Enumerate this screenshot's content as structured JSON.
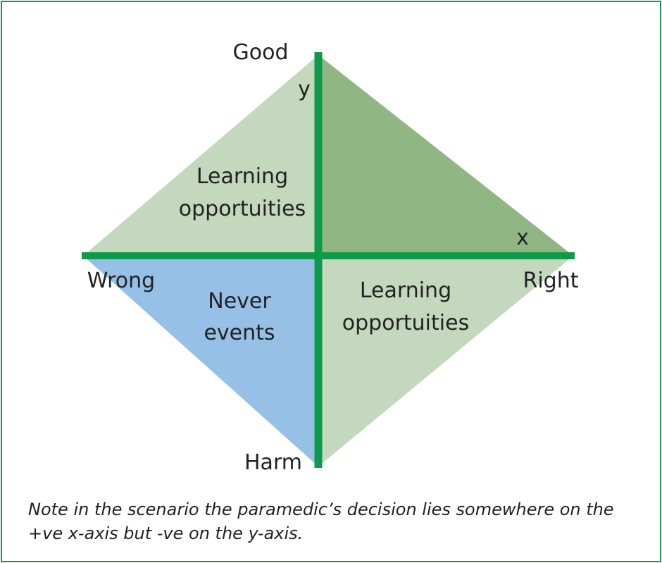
{
  "diagram": {
    "axis_labels": {
      "top": "Good",
      "bottom": "Harm",
      "left": "Wrong",
      "right": "Right",
      "y_axis": "y",
      "x_axis": "x"
    },
    "regions": {
      "top_left": {
        "line1": "Learning",
        "line2": "opportuities",
        "color": "#c3d8bd"
      },
      "top_right": {
        "color": "#8fb683"
      },
      "bottom_left": {
        "line1": "Never",
        "line2": "events",
        "color": "#97c0e6"
      },
      "bottom_right": {
        "line1": "Learning",
        "line2": "opportuities",
        "color": "#c3d8bd"
      }
    },
    "axis_color": "#0e9a4a",
    "border_color": "#179a4f"
  },
  "note": "Note in the scenario the paramedic’s decision lies somewhere on the +ve x-axis but -ve on the y-axis."
}
